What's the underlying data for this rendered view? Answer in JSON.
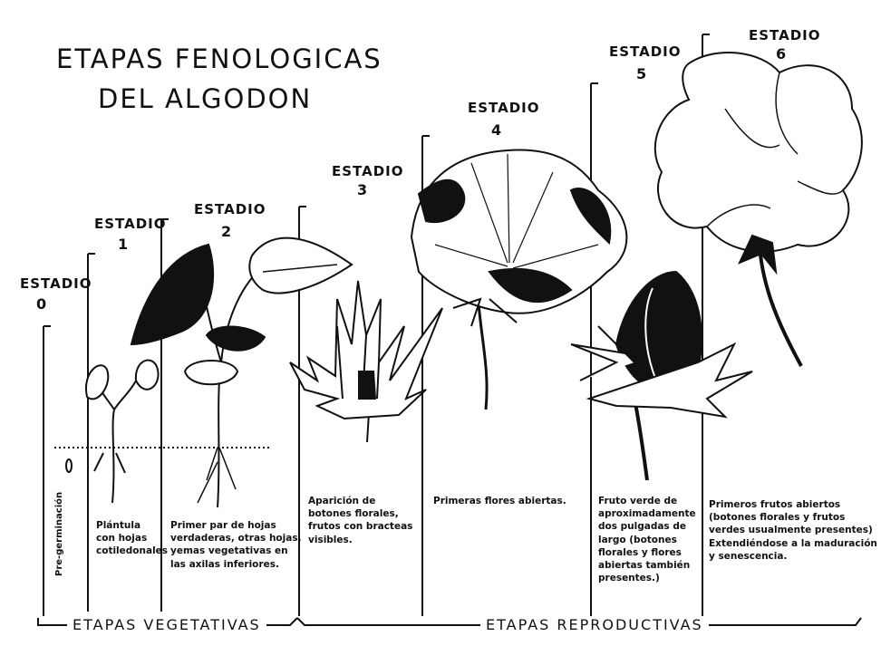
{
  "title": {
    "line1": "ETAPAS FENOLOGICAS",
    "line2": "DEL ALGODON"
  },
  "stage_word": "ESTADIO",
  "stages": [
    {
      "number": "0",
      "description": [
        "Pre-germinación"
      ]
    },
    {
      "number": "1",
      "description": [
        "Plántula",
        "con hojas",
        "cotiledonales"
      ]
    },
    {
      "number": "2",
      "description": [
        "Primer par de hojas",
        "verdaderas, otras hojas,",
        "yemas vegetativas en",
        "las axilas inferiores."
      ]
    },
    {
      "number": "3",
      "description": [
        "Aparición de",
        "botones florales,",
        "frutos con bracteas",
        "visibles."
      ]
    },
    {
      "number": "4",
      "description": [
        "Primeras flores abiertas."
      ]
    },
    {
      "number": "5",
      "description": [
        "Fruto verde de",
        "aproximadamente",
        "dos pulgadas de",
        "largo (botones",
        "florales y flores",
        "abiertas también",
        "presentes.)"
      ]
    },
    {
      "number": "6",
      "description": [
        "Primeros frutos abiertos",
        "(botones florales y frutos",
        "verdes usualmente presentes)",
        "Extendiéndose a la maduración",
        "y senescencia."
      ]
    }
  ],
  "periods": {
    "vegetative": "ETAPAS VEGETATIVAS",
    "reproductive": "ETAPAS REPRODUCTIVAS"
  },
  "colors": {
    "ink": "#111111",
    "paper": "#ffffff"
  }
}
